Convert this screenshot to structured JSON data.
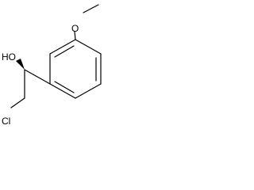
{
  "structure": {
    "atoms": {
      "oxygen_methoxy": "O",
      "hydroxyl": "HO",
      "chlorine": "Cl"
    },
    "stereo_center": "wedge"
  }
}
